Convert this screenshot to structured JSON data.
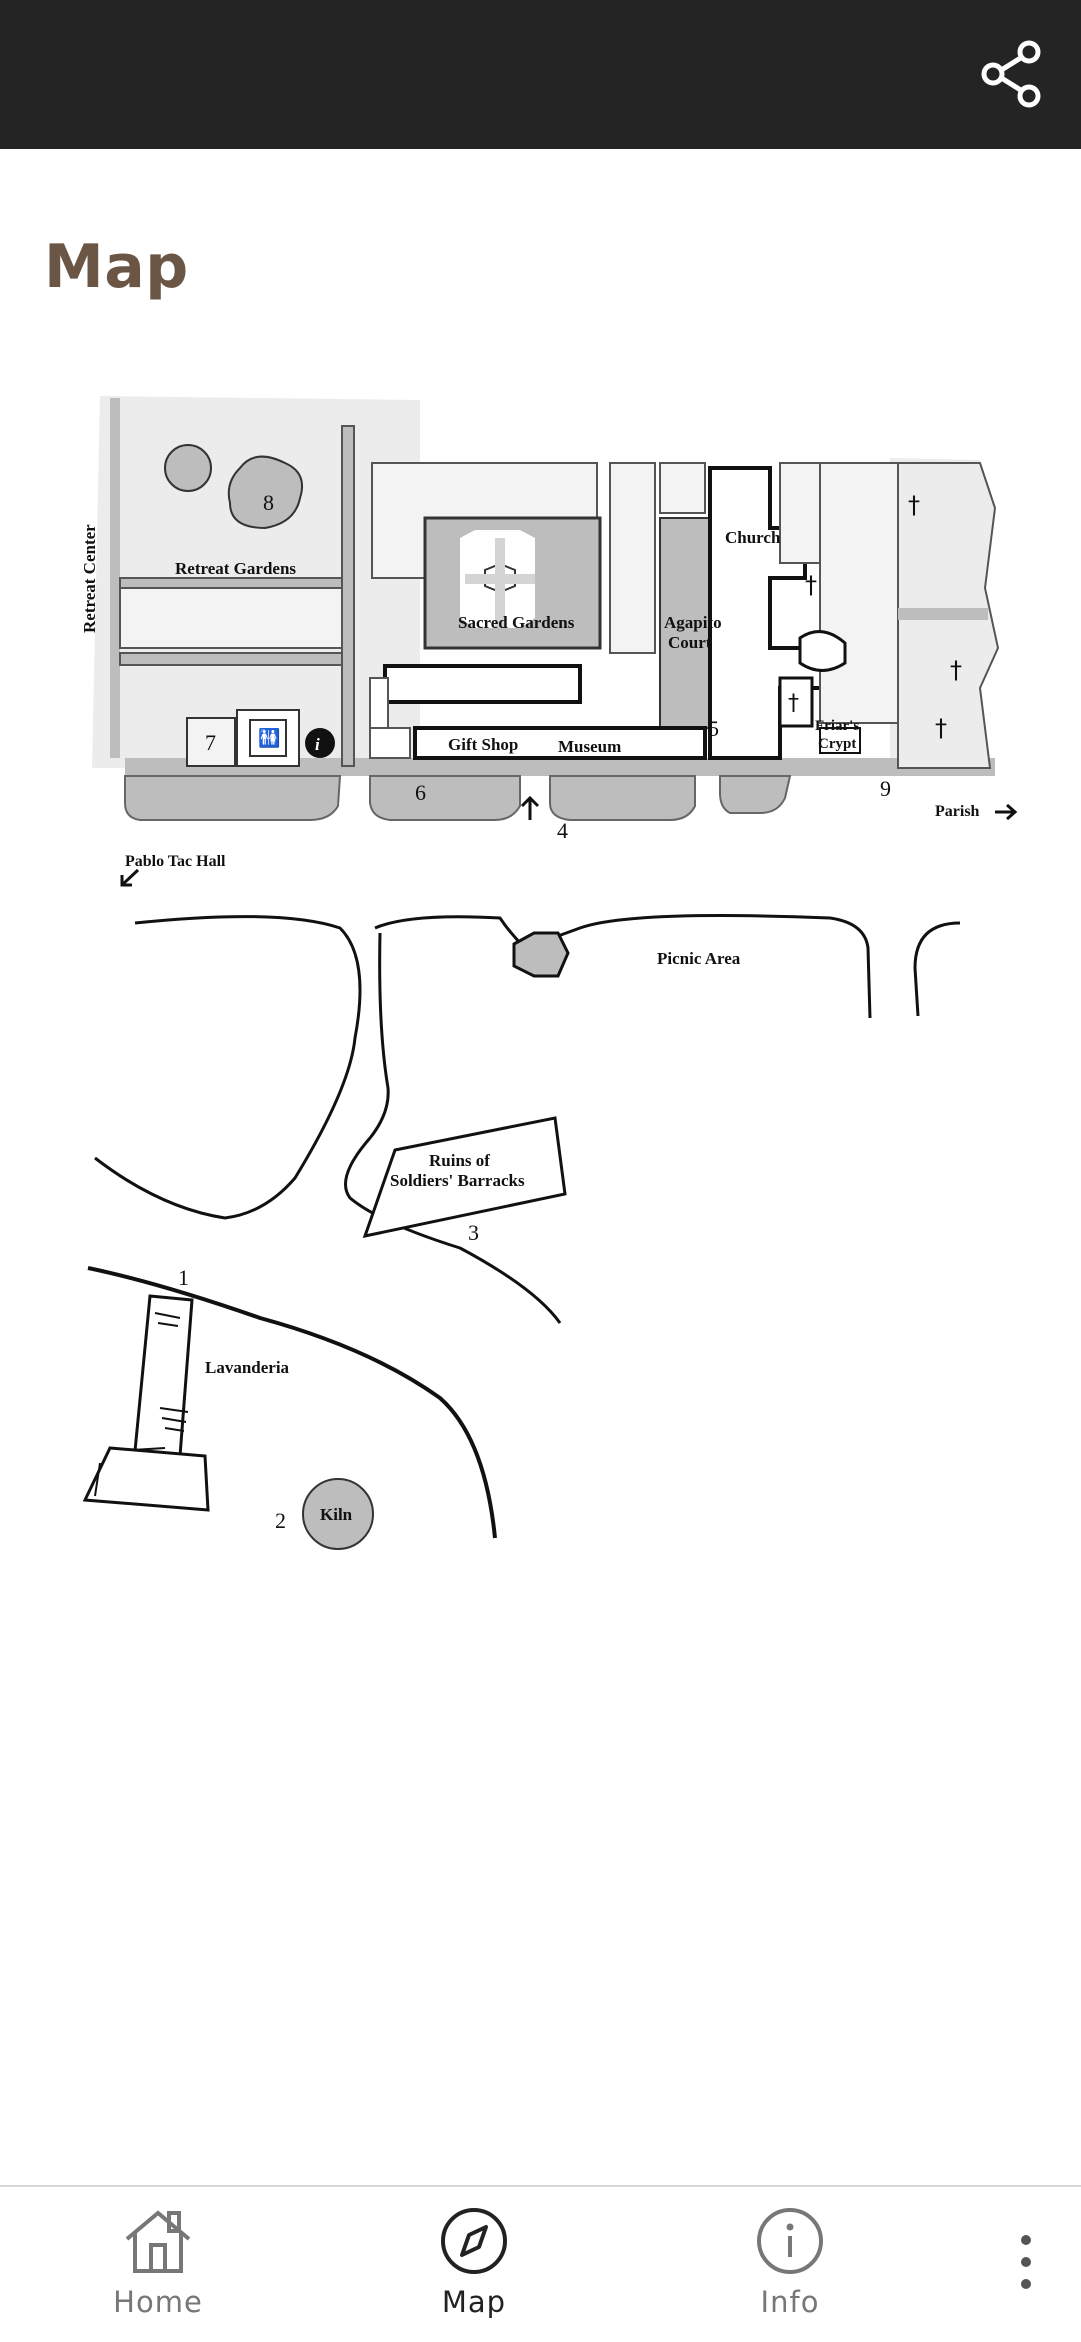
{
  "header": {
    "share_icon": "share-icon"
  },
  "page": {
    "title": "Map"
  },
  "map": {
    "labels": {
      "retreat_center": "Retreat Center",
      "retreat_gardens": "Retreat Gardens",
      "sacred_gardens": "Sacred Gardens",
      "church": "Church",
      "agapito": "Agapito",
      "court": "Court",
      "gift_shop": "Gift Shop",
      "museum": "Museum",
      "friars": "Friar's",
      "crypt": "Crypt",
      "parish": "Parish",
      "pablo_tac_hall": "Pablo Tac Hall",
      "picnic_area": "Picnic Area",
      "ruins_line1": "Ruins of",
      "ruins_line2": "Soldiers' Barracks",
      "lavanderia": "Lavanderia",
      "kiln": "Kiln",
      "info_glyph": "i"
    },
    "numbers": {
      "n1": "1",
      "n2": "2",
      "n3": "3",
      "n4": "4",
      "n5": "5",
      "n6": "6",
      "n7": "7",
      "n8": "8",
      "n9": "9"
    }
  },
  "bottom_nav": {
    "items": [
      {
        "label": "Home",
        "icon": "home-icon"
      },
      {
        "label": "Map",
        "icon": "compass-icon"
      },
      {
        "label": "Info",
        "icon": "info-icon"
      }
    ],
    "more_icon": "more-vertical-icon"
  },
  "colors": {
    "topbar": "#242424",
    "title": "#6b5646",
    "nav_active": "#222222",
    "nav_inactive": "#777777"
  }
}
